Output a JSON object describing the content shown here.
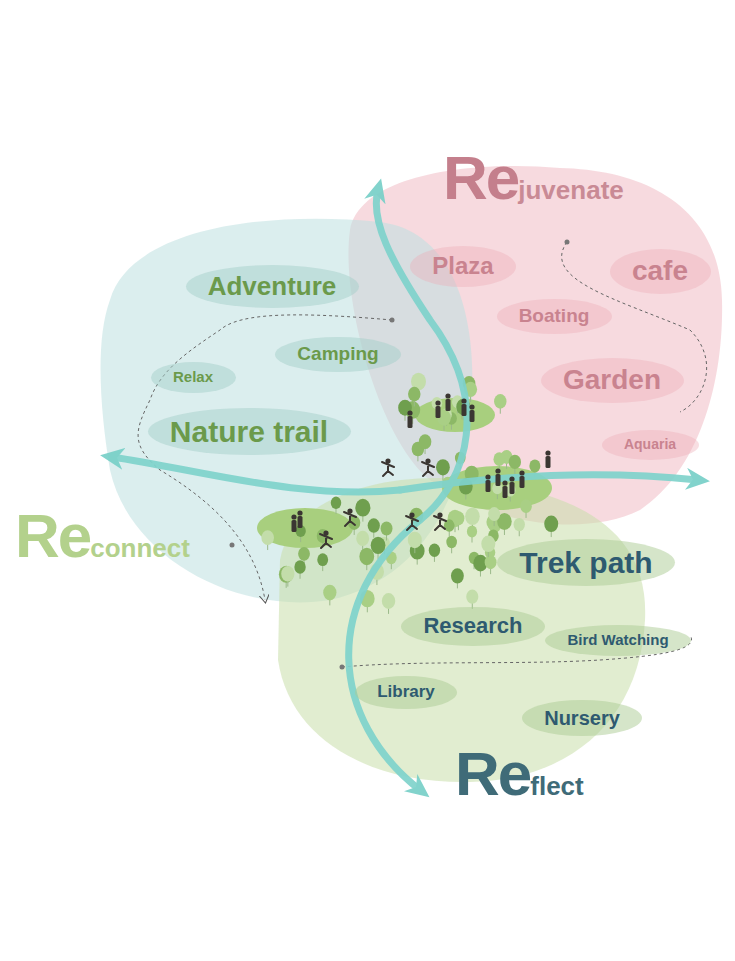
{
  "diagram": {
    "nodes": [
      {
        "text": [
          "Re",
          "juvenate"
        ]
      },
      {
        "text": [
          "Plaza"
        ],
        "in": 0
      },
      {
        "text": [
          "cafe"
        ],
        "in": 0
      },
      {
        "text": [
          "Boating"
        ],
        "in": 0
      },
      {
        "text": [
          "Garden"
        ],
        "in": 0
      },
      {
        "text": [
          "Aquaria"
        ],
        "in": 0
      },
      {
        "text": [
          "Re",
          "connect"
        ]
      },
      {
        "text": [
          "Adventure"
        ],
        "in": 6
      },
      {
        "text": [
          "Camping"
        ],
        "in": 6
      },
      {
        "text": [
          "Relax"
        ],
        "in": 6
      },
      {
        "text": [
          "Nature trail"
        ],
        "in": 6
      },
      {
        "text": [
          "Re",
          "flect"
        ]
      },
      {
        "text": [
          "Trek path"
        ],
        "in": 11
      },
      {
        "text": [
          "Research"
        ],
        "in": 11
      },
      {
        "text": [
          "Bird Watching"
        ],
        "in": 11
      },
      {
        "text": [
          "Library"
        ],
        "in": 11
      },
      {
        "text": [
          "Nursery"
        ],
        "in": 11
      }
    ]
  }
}
